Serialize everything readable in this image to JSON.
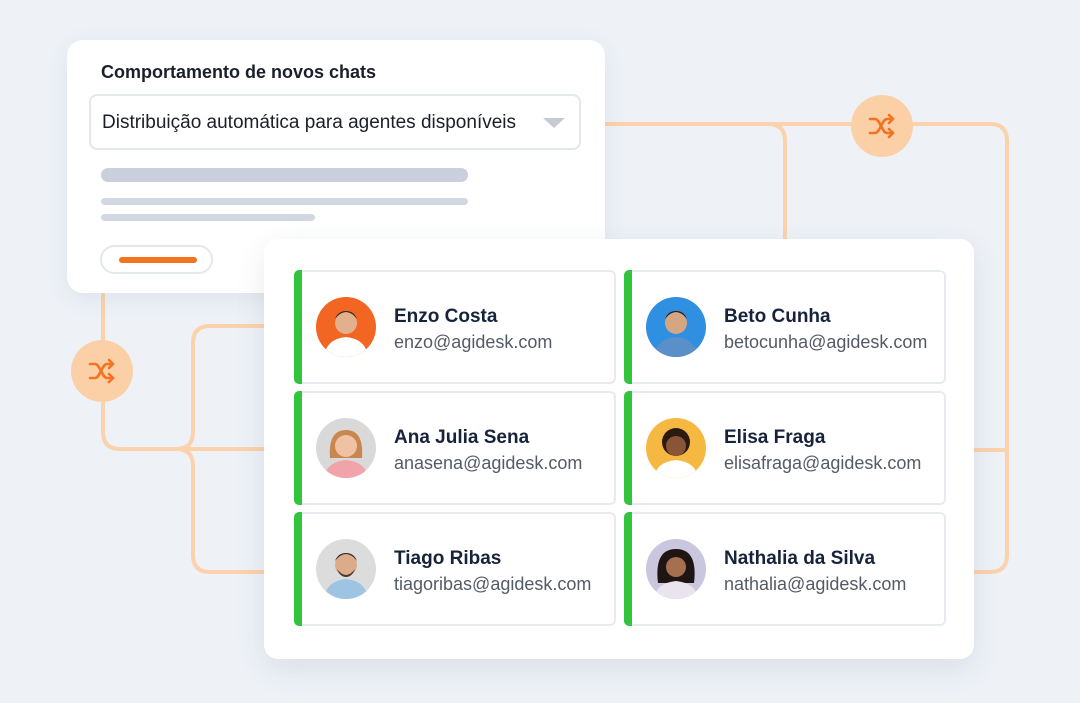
{
  "settings": {
    "title": "Comportamento de novos chats",
    "select_value": "Distribuição automática para agentes disponíveis"
  },
  "agents": [
    {
      "name": "Enzo Costa",
      "email": "enzo@agidesk.com",
      "avatar_bg": "#f26522"
    },
    {
      "name": "Beto Cunha",
      "email": "betocunha@agidesk.com",
      "avatar_bg": "#2f8fe0"
    },
    {
      "name": "Ana Julia Sena",
      "email": "anasena@agidesk.com",
      "avatar_bg": "#d9d9d9"
    },
    {
      "name": "Elisa Fraga",
      "email": "elisafraga@agidesk.com",
      "avatar_bg": "#f5b841"
    },
    {
      "name": "Tiago Ribas",
      "email": "tiagoribas@agidesk.com",
      "avatar_bg": "#dcdcdc"
    },
    {
      "name": "Nathalia da Silva",
      "email": "nathalia@agidesk.com",
      "avatar_bg": "#c9c6dd"
    }
  ],
  "colors": {
    "accent": "#f37321",
    "status_active": "#32c43c",
    "connector": "#fbd0a6",
    "background": "#eef2f7"
  },
  "icons": {
    "shuffle": "shuffle-icon",
    "caret": "chevron-down-icon"
  }
}
